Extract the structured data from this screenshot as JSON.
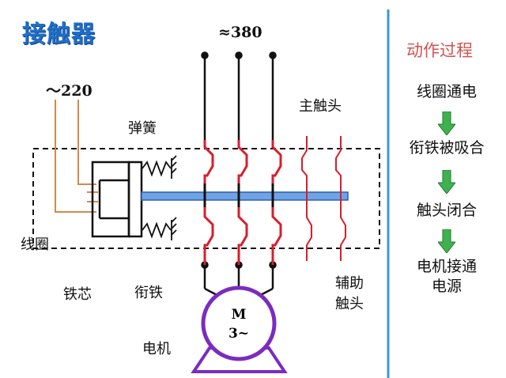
{
  "title": "接触器",
  "supply_3phase": "≈380",
  "supply_coil": "～220",
  "labels": {
    "spring": "弹簧",
    "main_contacts": "主触头",
    "coil": "线圈",
    "core": "铁芯",
    "armature": "衔铁",
    "aux_contacts_1": "辅助",
    "aux_contacts_2": "触头",
    "motor": "电机"
  },
  "motor": {
    "line1": "M",
    "line2": "3~"
  },
  "panel": {
    "title": "动作过程",
    "steps": [
      "线圈通电",
      "衔铁被吸合",
      "触头闭合",
      "电机接通\n电源"
    ]
  },
  "colors": {
    "title": "#1f6fc9",
    "contacts": "#d81e2b",
    "armature_bar": "#6fa3e6",
    "motor": "#7b2cbf",
    "coil_wire": "#d4894b",
    "panel_title": "#d2544f",
    "arrow": "#3fb24f",
    "divider": "#3a98d0"
  }
}
